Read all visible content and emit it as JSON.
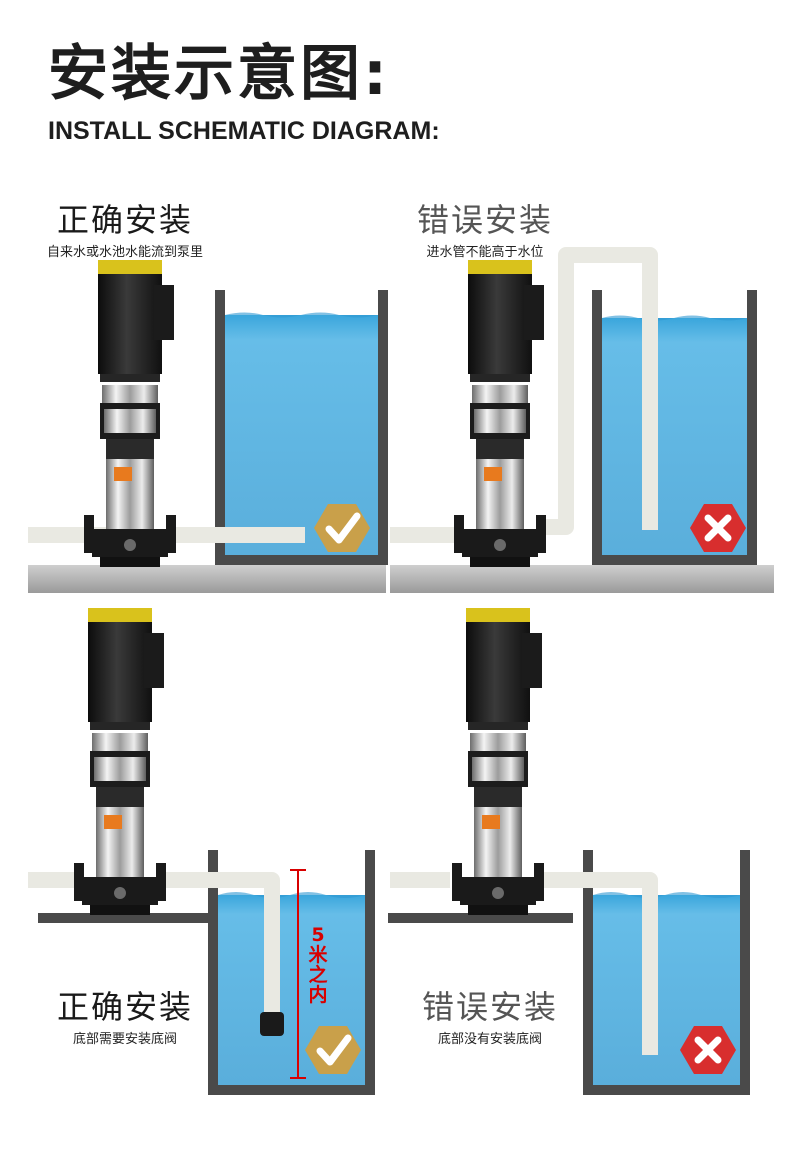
{
  "header": {
    "title_zh": "安装示意图:",
    "title_en": "INSTALL SCHEMATIC DIAGRAM:"
  },
  "panels": [
    {
      "heading": "正确安装",
      "caption": "自来水或水池水能流到泵里",
      "status": "correct",
      "status_icon": "check-badge-icon"
    },
    {
      "heading": "错误安装",
      "caption": "进水管不能高于水位",
      "status": "wrong",
      "status_icon": "cross-badge-icon"
    },
    {
      "heading": "正确安装",
      "caption": "底部需要安装底阀",
      "status": "correct",
      "status_icon": "check-badge-icon",
      "distance_label": "5米之内"
    },
    {
      "heading": "错误安装",
      "caption": "底部没有安装底阀",
      "status": "wrong",
      "status_icon": "cross-badge-icon"
    }
  ],
  "colors": {
    "water": "#5db6e4",
    "tank_wall": "#4a4a4a",
    "pipe": "#e9e9e2",
    "floor": "#b3b3b3",
    "correct_badge": "#c9a04a",
    "wrong_badge": "#d82e2e",
    "distance_marker": "#d80000",
    "correct_text": "#1a1a1a",
    "wrong_text": "#555555"
  }
}
